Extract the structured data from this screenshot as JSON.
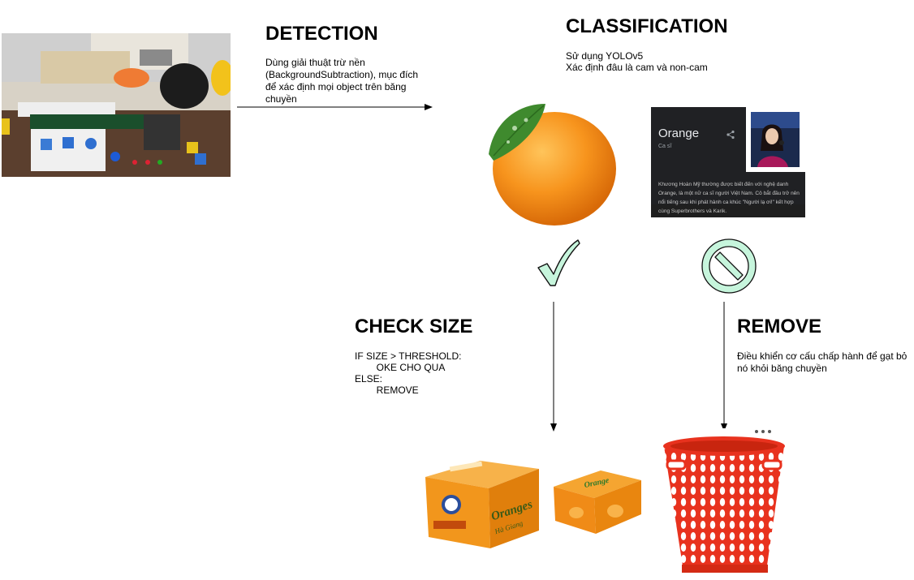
{
  "detection": {
    "title": "DETECTION",
    "description": "Dùng giải thuật trừ nền (BackgroundSubtraction), mục đích để xác định mọi object trên băng chuyền"
  },
  "classification": {
    "title": "CLASSIFICATION",
    "line1": "Sử dụng YOLOv5",
    "line2": "Xác định đâu là cam và non-cam"
  },
  "knowledge_card": {
    "name": "Orange",
    "subtitle": "Ca sĩ",
    "body": "Khương Hoàn Mỹ thường được biết đến với nghệ danh Orange, là một nữ ca sĩ người Việt Nam. Cô bắt đầu trở nên nổi tiếng sau khi phát hành ca khúc \"Người lạ ơi!\" kết hợp cùng Superbrothers và Karik."
  },
  "check_size": {
    "title": "CHECK SIZE",
    "code": "IF SIZE > THRESHOLD:\n        OKE CHO QUA\nELSE:\n        REMOVE"
  },
  "remove": {
    "title": "REMOVE",
    "description": "Điều khiển cơ cấu chấp hành để gạt bỏ nó khỏi băng chuyền"
  },
  "boxes": {
    "big_brand": "Oranges",
    "big_sub": "Hà Giang",
    "small_brand": "Orange"
  },
  "colors": {
    "check_fill": "#c6f5dc",
    "accent_green": "#8ee0b4",
    "orange": "#f59a1a",
    "basket_red": "#e8321e"
  },
  "icons": {
    "accept": "check-icon",
    "reject": "prohibited-icon"
  }
}
